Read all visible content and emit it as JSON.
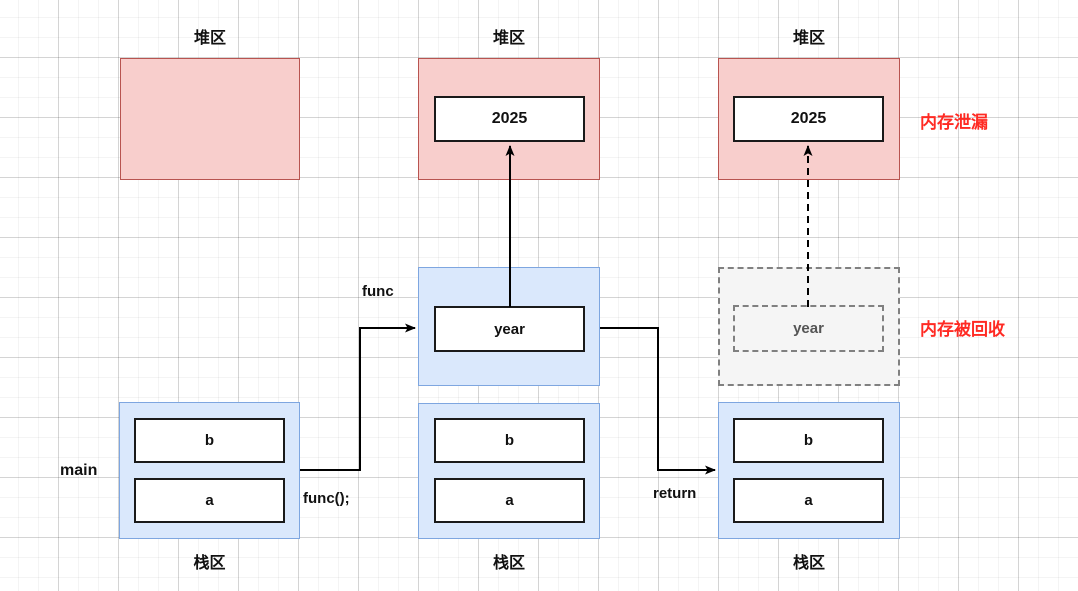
{
  "diagram": {
    "title_labels": {
      "heap": "堆区",
      "stack": "栈区"
    },
    "columns": [
      {
        "id": "before-call",
        "heap_label": "堆区",
        "heap_contents": [],
        "stack_label": "栈区",
        "frame_name": "main",
        "stack_cells": [
          "b",
          "a"
        ],
        "transition_label": "func();"
      },
      {
        "id": "during-call",
        "heap_label": "堆区",
        "heap_contents": [
          "2025"
        ],
        "stack_label": "栈区",
        "frame_name": "func",
        "func_cells": [
          "year"
        ],
        "stack_cells": [
          "b",
          "a"
        ],
        "transition_label": "return"
      },
      {
        "id": "after-return",
        "heap_label": "堆区",
        "heap_contents": [
          "2025"
        ],
        "stack_label": "栈区",
        "freed_cells": [
          "year"
        ],
        "stack_cells": [
          "b",
          "a"
        ],
        "notes": {
          "heap_note": "内存泄漏",
          "stack_note": "内存被回收"
        }
      }
    ],
    "colors": {
      "heap_fill": "#f8cecc",
      "heap_stroke": "#b85450",
      "stack_fill": "#dae8fc",
      "stack_stroke": "#7ea6e0",
      "cell_fill": "#ffffff",
      "cell_stroke": "#1a1a1a",
      "freed_fill": "#f5f5f5",
      "freed_stroke": "#808080",
      "note_red": "#ff2a23",
      "arrow": "#000000"
    }
  }
}
